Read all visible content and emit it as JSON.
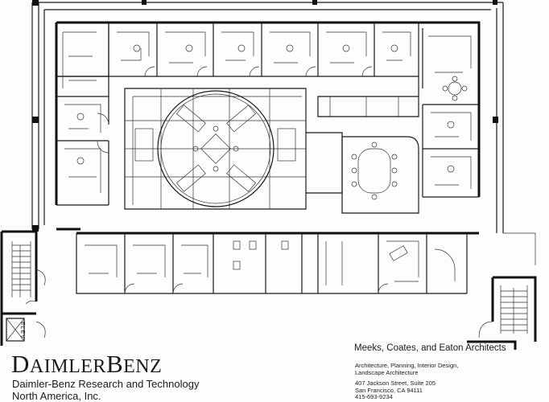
{
  "client": {
    "logo": "DaimlerBenz",
    "name_line1": "Daimler-Benz Research and Technology",
    "name_line2": "North America, Inc."
  },
  "architect": {
    "firm": "Meeks, Coates, and Eaton Architects",
    "services_line1": "Architecture, Planning, Interior Design,",
    "services_line2": "Landscape Architecture",
    "address_line1": "407 Jackson Street, Suite 205",
    "address_line2": "San Francisco, CA  94111",
    "phone": "415-693-9234"
  },
  "plan": {
    "elevator_label": "ELEV"
  }
}
